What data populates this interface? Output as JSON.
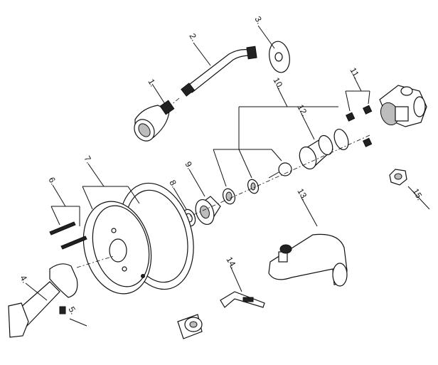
{
  "callouts": [
    "1.",
    "2.",
    "3.",
    "4.",
    "5.",
    "6.",
    "7.",
    "8.",
    "9.",
    "10.",
    "11.",
    "12.",
    "13.",
    "14.",
    "15."
  ]
}
